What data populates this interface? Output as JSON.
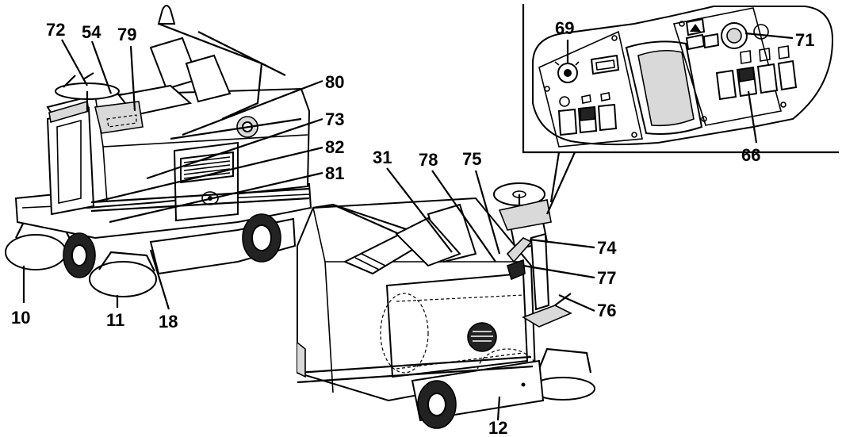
{
  "callouts": [
    {
      "id": "72",
      "text": "72"
    },
    {
      "id": "54",
      "text": "54"
    },
    {
      "id": "79",
      "text": "79"
    },
    {
      "id": "80",
      "text": "80"
    },
    {
      "id": "73",
      "text": "73"
    },
    {
      "id": "82",
      "text": "82"
    },
    {
      "id": "81",
      "text": "81"
    },
    {
      "id": "10",
      "text": "10"
    },
    {
      "id": "11",
      "text": "11"
    },
    {
      "id": "18",
      "text": "18"
    },
    {
      "id": "31",
      "text": "31"
    },
    {
      "id": "78",
      "text": "78"
    },
    {
      "id": "75",
      "text": "75"
    },
    {
      "id": "74",
      "text": "74"
    },
    {
      "id": "77",
      "text": "77"
    },
    {
      "id": "76",
      "text": "76"
    },
    {
      "id": "12",
      "text": "12"
    },
    {
      "id": "69",
      "text": "69"
    },
    {
      "id": "71",
      "text": "71"
    },
    {
      "id": "66",
      "text": "66"
    }
  ]
}
